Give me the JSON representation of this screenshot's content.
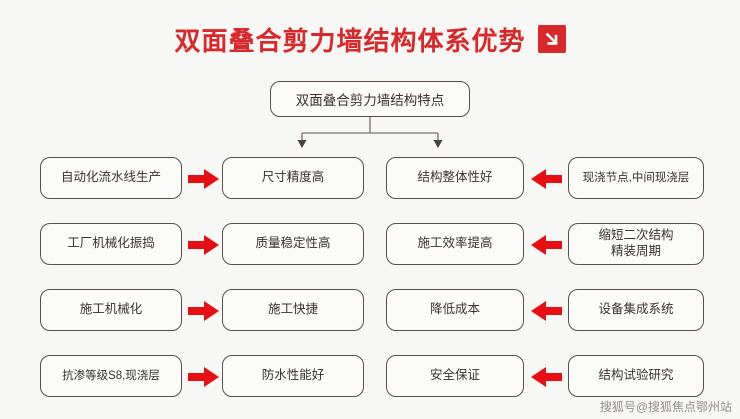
{
  "header": {
    "title": "双面叠合剪力墙结构体系优势",
    "arrow_icon": "arrow-down-right-icon",
    "accent_color": "#d8282a"
  },
  "diagram": {
    "center_node": "双面叠合剪力墙结构特点",
    "arrow_color": "#e60f14",
    "box_border_color": "#5a4f4b",
    "rows": [
      {
        "left_cause": "自动化流水线生产",
        "left_effect": "尺寸精度高",
        "right_effect": "结构整体性好",
        "right_cause": "现浇节点,中间现浇层"
      },
      {
        "left_cause": "工厂机械化振捣",
        "left_effect": "质量稳定性高",
        "right_effect": "施工效率提高",
        "right_cause": "缩短二次结构\n精装周期"
      },
      {
        "left_cause": "施工机械化",
        "left_effect": "施工快捷",
        "right_effect": "降低成本",
        "right_cause": "设备集成系统"
      },
      {
        "left_cause": "抗渗等级S8,现浇层",
        "left_effect": "防水性能好",
        "right_effect": "安全保证",
        "right_cause": "结构试验研究"
      }
    ]
  },
  "watermark": "搜狐号@搜狐焦点鄂州站"
}
